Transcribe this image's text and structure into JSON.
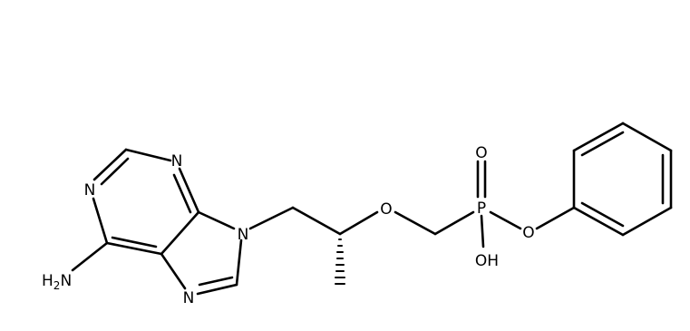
{
  "diagram": {
    "kind": "chemical-structure",
    "colors": {
      "bond": "#000000",
      "background": "#ffffff"
    },
    "labels": {
      "n1": "N",
      "n3": "N",
      "n7": "N",
      "n9": "N",
      "nh2": "H2N",
      "o_ether": "O",
      "o_double": "O",
      "p": "P",
      "oh": "OH",
      "o_phenyl": "O"
    }
  }
}
